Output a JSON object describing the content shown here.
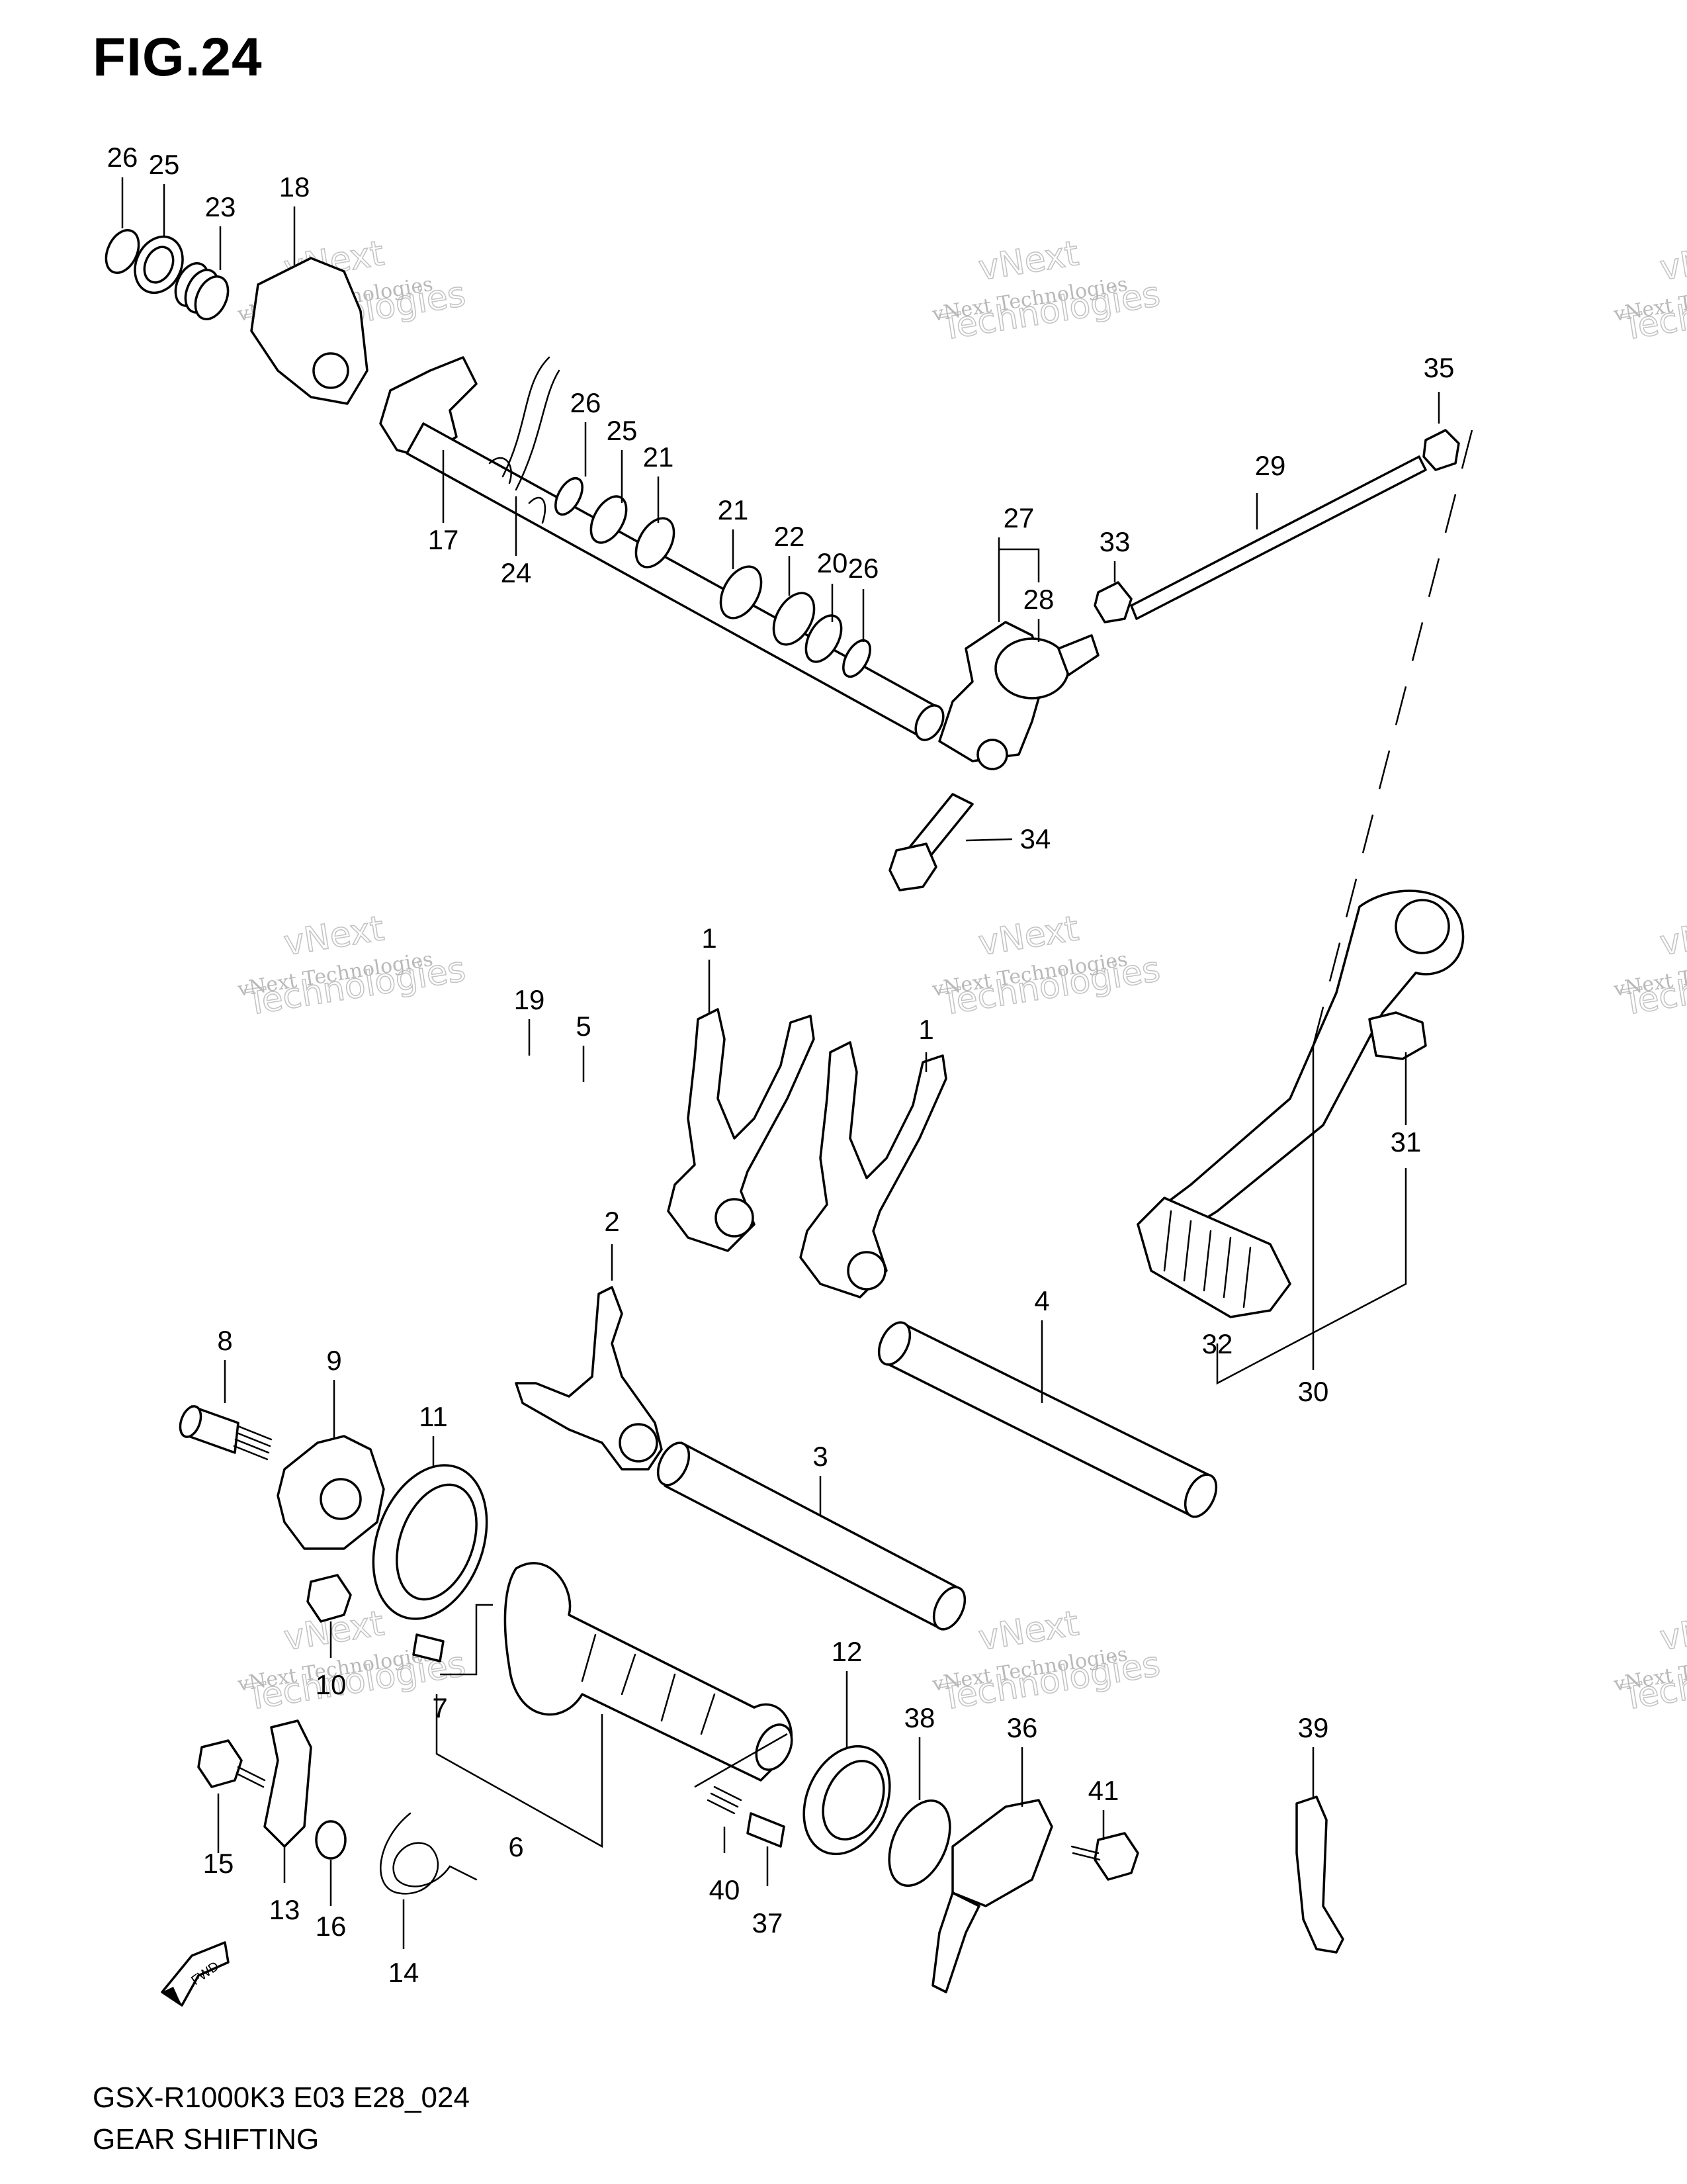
{
  "figure": {
    "title": "FIG.24",
    "model_code": "GSX-R1000K3 E03 E28_024",
    "section_title": "GEAR SHIFTING",
    "direction_badge": "FWD"
  },
  "watermark": {
    "line1": "vNext Technologies",
    "line2": "vNext",
    "line3": "Technologies"
  },
  "callouts": [
    "1",
    "1",
    "2",
    "3",
    "4",
    "5",
    "6",
    "7",
    "8",
    "9",
    "10",
    "11",
    "12",
    "13",
    "14",
    "15",
    "16",
    "17",
    "18",
    "19",
    "20",
    "21",
    "21",
    "22",
    "23",
    "24",
    "25",
    "25",
    "26",
    "26",
    "26",
    "27",
    "28",
    "29",
    "30",
    "31",
    "32",
    "33",
    "34",
    "35",
    "36",
    "37",
    "38",
    "39",
    "40",
    "41"
  ],
  "colors": {
    "line": "#000000",
    "background": "#ffffff",
    "watermark": "#bdbdbd"
  }
}
